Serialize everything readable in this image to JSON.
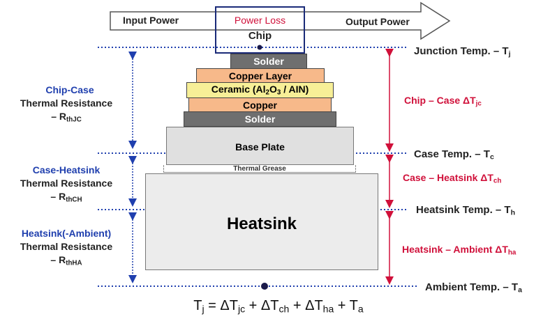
{
  "colors": {
    "blue": "#1f3fae",
    "red": "#d0103a",
    "dark_gray_layer": "#6f6f6f",
    "copper_layer": "#f7b98a",
    "ceramic_layer": "#f7ef97",
    "base_plate": "#e0e0e0",
    "heatsink": "#ececec"
  },
  "arrow": {
    "input": "Input Power",
    "loss": "Power Loss",
    "output": "Output Power"
  },
  "stack": {
    "chip": "Chip",
    "solder_top": "Solder",
    "copper_layer": "Copper Layer",
    "ceramic_pre": "Ceramic (Al",
    "ceramic_sub1": "2",
    "ceramic_mid": "O",
    "ceramic_sub2": "3",
    "ceramic_post": " / AIN)",
    "copper": "Copper",
    "solder_bottom": "Solder",
    "base_plate": "Base Plate",
    "grease": "Thermal Grease",
    "heatsink": "Heatsink"
  },
  "left": {
    "jc_title": "Chip-Case",
    "jc_sub": "Thermal Resistance",
    "jc_sym": "– R",
    "jc_subscript": "thJC",
    "ch_title": "Case-Heatsink",
    "ch_sub": "Thermal Resistance",
    "ch_sym": "– R",
    "ch_subscript": "thCH",
    "ha_title": "Heatsink(-Ambient)",
    "ha_sub": "Thermal Resistance",
    "ha_sym": "– R",
    "ha_subscript": "thHA"
  },
  "right_temps": {
    "junction": "Junction Temp. – T",
    "junction_sub": "j",
    "case": "Case Temp. – T",
    "case_sub": "c",
    "heatsink": "Heatsink Temp. – T",
    "heatsink_sub": "h",
    "ambient": "Ambient Temp. – T",
    "ambient_sub": "a"
  },
  "deltas": {
    "jc": "Chip – Case ΔT",
    "jc_sub": "jc",
    "ch": "Case – Heatsink ΔT",
    "ch_sub": "ch",
    "ha": "Heatsink – Ambient ΔT",
    "ha_sub": "ha"
  },
  "equation": {
    "t": "T",
    "t_sub": "j",
    "eq1": " = ΔT",
    "s1": "jc",
    "eq2": " + ΔT",
    "s2": "ch",
    "eq3": " + ΔT",
    "s3": "ha",
    "eq4": " + T",
    "s4": "a"
  }
}
